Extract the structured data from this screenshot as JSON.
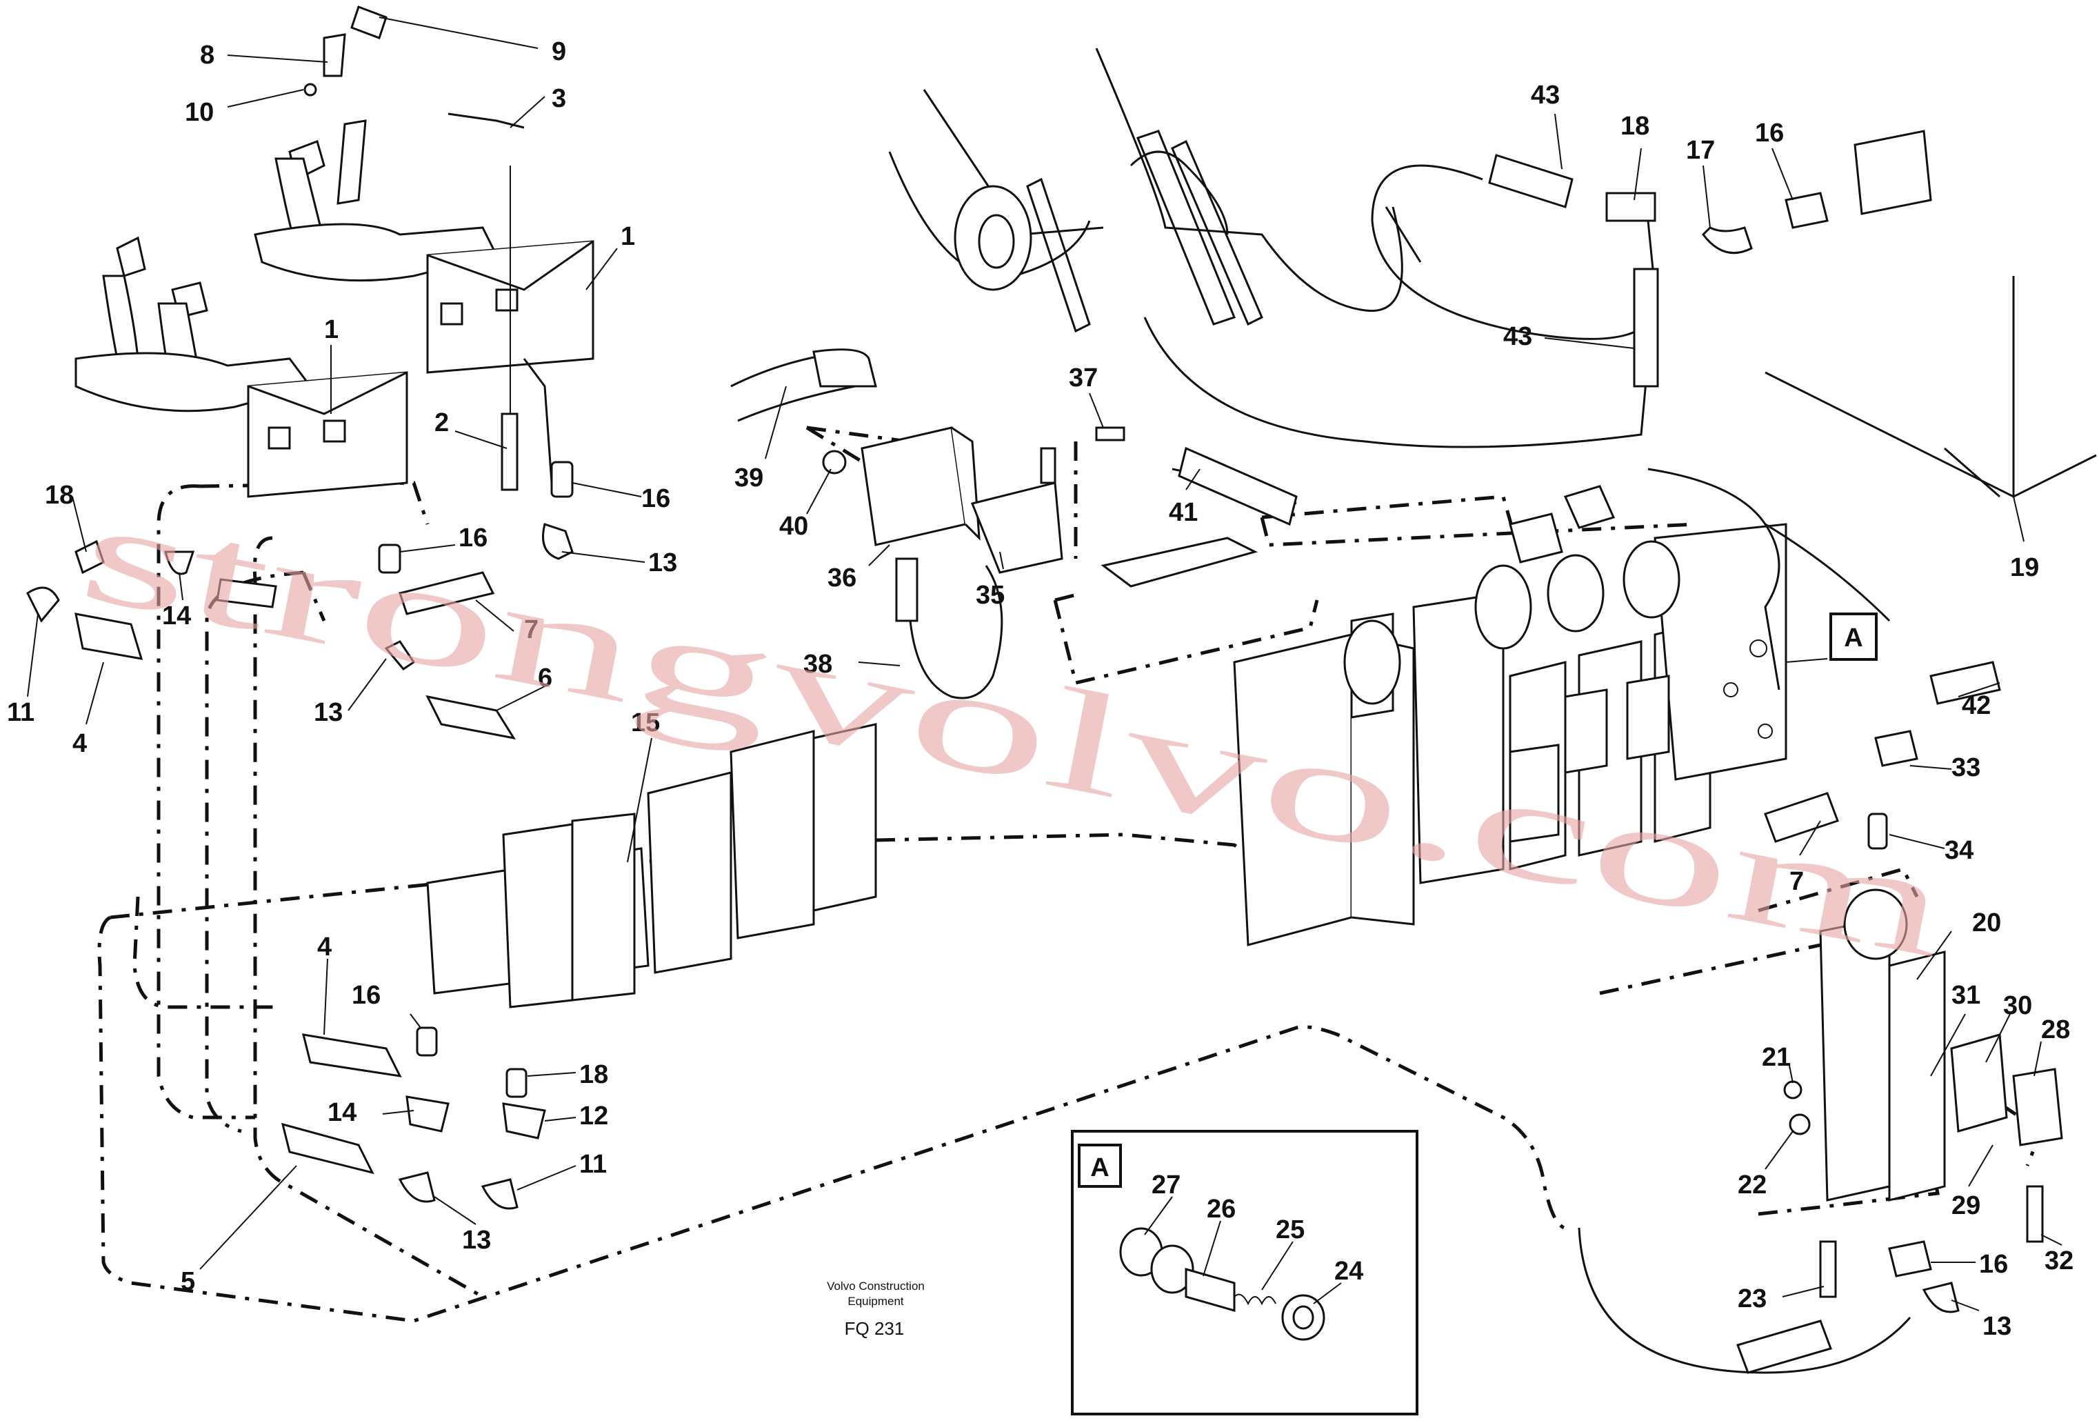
{
  "callouts": [
    {
      "id": "c-8",
      "label": "8"
    },
    {
      "id": "c-9",
      "label": "9"
    },
    {
      "id": "c-10",
      "label": "10"
    },
    {
      "id": "c-3",
      "label": "3"
    },
    {
      "id": "c-1a",
      "label": "1"
    },
    {
      "id": "c-1b",
      "label": "1"
    },
    {
      "id": "c-2",
      "label": "2"
    },
    {
      "id": "c-16a",
      "label": "16"
    },
    {
      "id": "c-18a",
      "label": "18"
    },
    {
      "id": "c-16b",
      "label": "16"
    },
    {
      "id": "c-13a",
      "label": "13"
    },
    {
      "id": "c-14a",
      "label": "14"
    },
    {
      "id": "c-7a",
      "label": "7"
    },
    {
      "id": "c-11a",
      "label": "11"
    },
    {
      "id": "c-4a",
      "label": "4"
    },
    {
      "id": "c-13b",
      "label": "13"
    },
    {
      "id": "c-6",
      "label": "6"
    },
    {
      "id": "c-15",
      "label": "15"
    },
    {
      "id": "c-4b",
      "label": "4"
    },
    {
      "id": "c-16c",
      "label": "16"
    },
    {
      "id": "c-18b",
      "label": "18"
    },
    {
      "id": "c-14b",
      "label": "14"
    },
    {
      "id": "c-12",
      "label": "12"
    },
    {
      "id": "c-11b",
      "label": "11"
    },
    {
      "id": "c-13c",
      "label": "13"
    },
    {
      "id": "c-5",
      "label": "5"
    },
    {
      "id": "c-39",
      "label": "39"
    },
    {
      "id": "c-40",
      "label": "40"
    },
    {
      "id": "c-36",
      "label": "36"
    },
    {
      "id": "c-38",
      "label": "38"
    },
    {
      "id": "c-37",
      "label": "37"
    },
    {
      "id": "c-35",
      "label": "35"
    },
    {
      "id": "c-41",
      "label": "41"
    },
    {
      "id": "c-43a",
      "label": "43"
    },
    {
      "id": "c-18c",
      "label": "18"
    },
    {
      "id": "c-17",
      "label": "17"
    },
    {
      "id": "c-16d",
      "label": "16"
    },
    {
      "id": "c-43b",
      "label": "43"
    },
    {
      "id": "c-19",
      "label": "19"
    },
    {
      "id": "c-42",
      "label": "42"
    },
    {
      "id": "c-33",
      "label": "33"
    },
    {
      "id": "c-34",
      "label": "34"
    },
    {
      "id": "c-7b",
      "label": "7"
    },
    {
      "id": "c-20",
      "label": "20"
    },
    {
      "id": "c-31",
      "label": "31"
    },
    {
      "id": "c-30",
      "label": "30"
    },
    {
      "id": "c-28",
      "label": "28"
    },
    {
      "id": "c-21",
      "label": "21"
    },
    {
      "id": "c-22",
      "label": "22"
    },
    {
      "id": "c-29",
      "label": "29"
    },
    {
      "id": "c-32",
      "label": "32"
    },
    {
      "id": "c-16e",
      "label": "16"
    },
    {
      "id": "c-23",
      "label": "23"
    },
    {
      "id": "c-13d",
      "label": "13"
    },
    {
      "id": "c-27",
      "label": "27"
    },
    {
      "id": "c-26",
      "label": "26"
    },
    {
      "id": "c-25",
      "label": "25"
    },
    {
      "id": "c-24",
      "label": "24"
    }
  ],
  "detail": {
    "label": "A"
  },
  "section_marker": {
    "label": "A"
  },
  "caption": {
    "line1": "Volvo Construction",
    "line2": "Equipment",
    "code": "FQ 231"
  },
  "watermark": "strongvolvo.com"
}
